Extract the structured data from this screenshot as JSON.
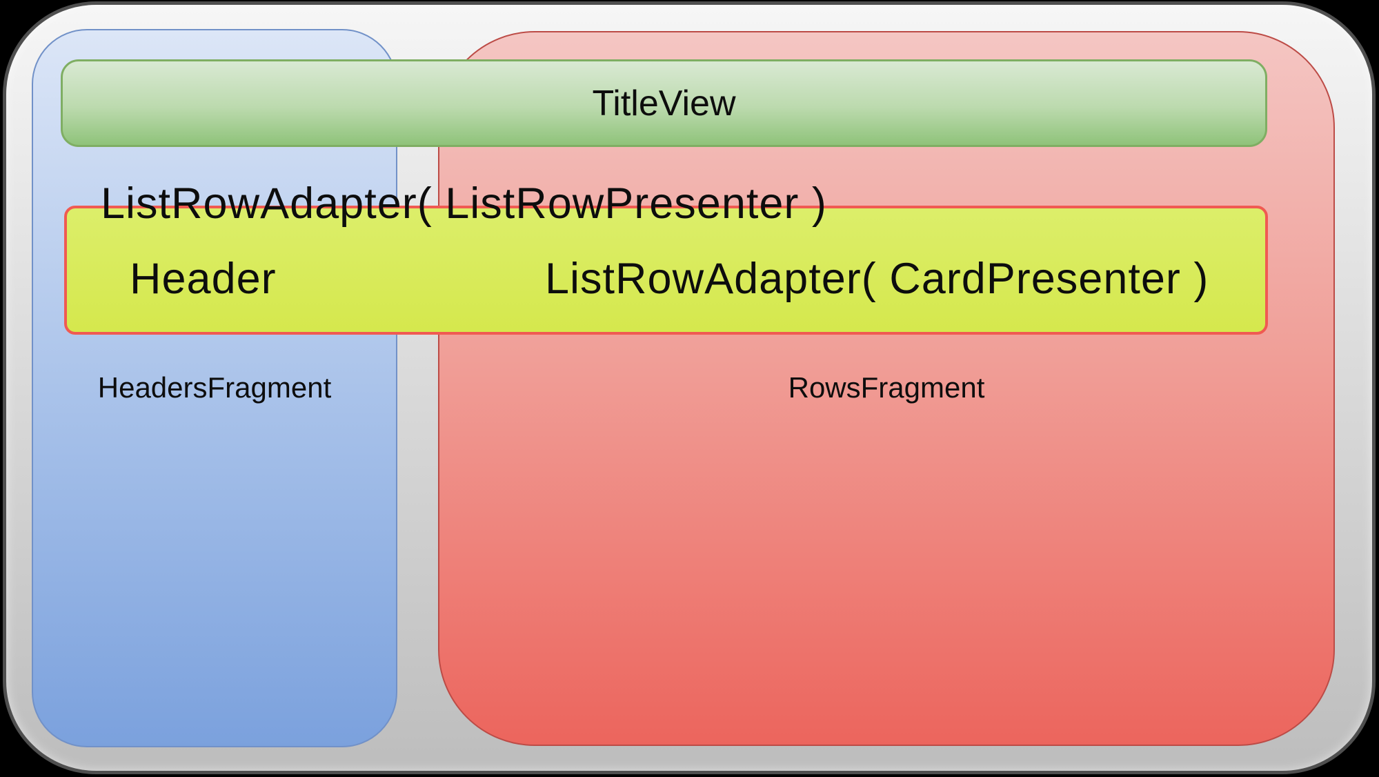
{
  "diagram": {
    "description": "BrowseFragment structure diagram",
    "title_bar": {
      "label": "TitleView"
    },
    "adapter_line": {
      "label": "ListRowAdapter( ListRowPresenter )"
    },
    "selected_row": {
      "header_label": "Header",
      "adapter_label": "ListRowAdapter( CardPresenter )"
    },
    "headers_fragment": {
      "label": "HeadersFragment"
    },
    "rows_fragment": {
      "label": "RowsFragment"
    }
  },
  "colors": {
    "canvas_bg": "#000000",
    "outer_border": "#4f4f4f",
    "outer_top": "#f6f6f6",
    "outer_mid": "#dcdcdc",
    "outer_bottom": "#bdbdbd",
    "blue_border": "#7191c8",
    "blue_top": "#dce6f7",
    "blue_bottom": "#7ba1dd",
    "red_border": "#bc4b46",
    "red_top": "#f4c6c3",
    "red_bottom": "#ec655d",
    "green_border": "#7fae63",
    "green_top": "#d9e9d3",
    "green_bottom": "#8fc37a",
    "yellow_border": "#f05a52",
    "yellow_fill_top": "#dcee6a",
    "yellow_fill_bottom": "#d5e84d",
    "text": "#0d0d0d"
  }
}
